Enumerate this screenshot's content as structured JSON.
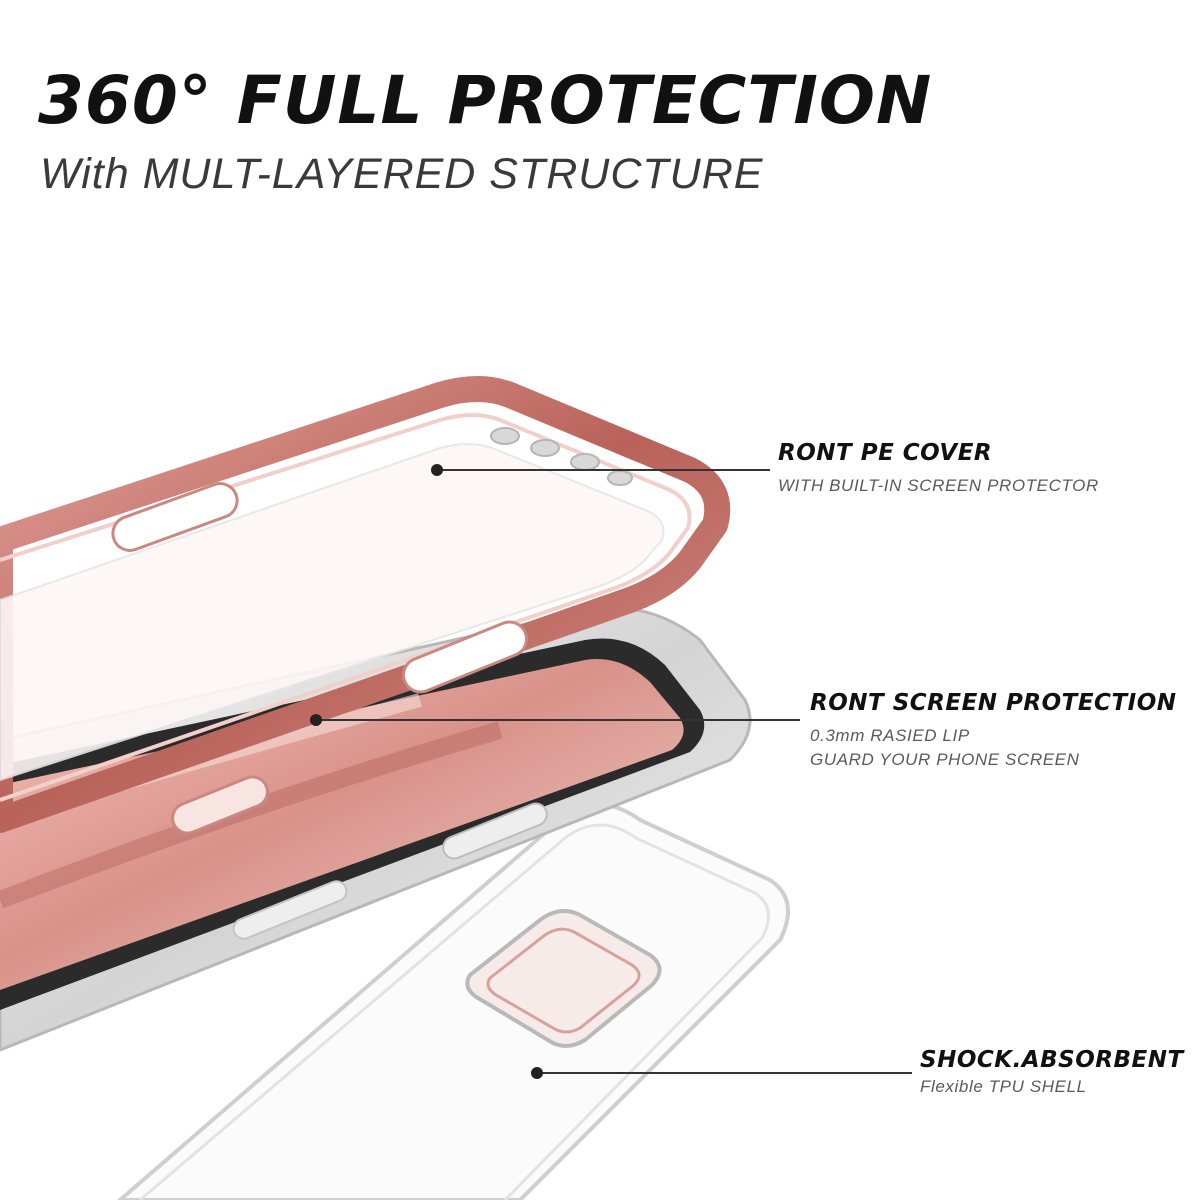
{
  "header": {
    "headline": "360° FULL PROTECTION",
    "subline": "With MULT-LAYERED STRUCTURE"
  },
  "callouts": [
    {
      "title": "RONT PE COVER",
      "lines": [
        "WITH BUILT-IN SCREEN PROTECTOR"
      ]
    },
    {
      "title": "RONT SCREEN PROTECTION",
      "lines": [
        "0.3mm RASIED LIP",
        "GUARD YOUR PHONE SCREEN"
      ]
    },
    {
      "title": "SHOCK.ABSORBENT",
      "lines": [
        "Flexible TPU SHELL"
      ]
    }
  ],
  "colors": {
    "background": "#ffffff",
    "headline": "#111111",
    "rose_gold": "#c97a72",
    "rose_gold_dark": "#9e4c44",
    "silver": "#e6e6e6",
    "clear_shell": "#d9d9d9",
    "leader_line": "#333333"
  }
}
